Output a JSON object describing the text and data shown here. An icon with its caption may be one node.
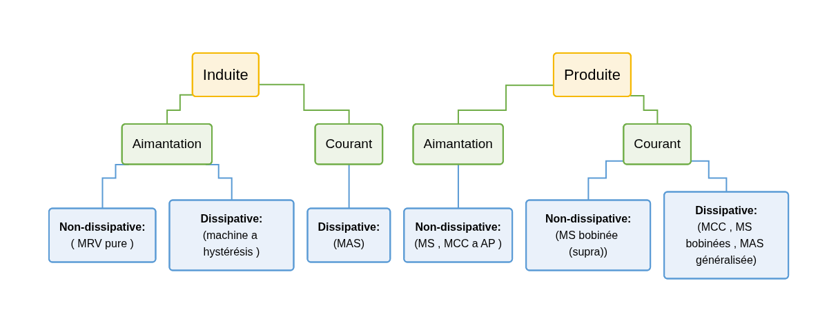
{
  "diagram": {
    "nodes": [
      {
        "text": [
          "Induite"
        ]
      },
      {
        "text": [
          "Aimantation"
        ]
      },
      {
        "text": [
          "Courant"
        ]
      },
      {
        "text": [
          "Non-dissipative:",
          "( MRV pure )"
        ]
      },
      {
        "text": [
          "Dissipative:",
          "(machine a hystérésis )"
        ]
      },
      {
        "text": [
          "Dissipative:",
          "(MAS)"
        ]
      },
      {
        "text": [
          "Produite"
        ]
      },
      {
        "text": [
          "Aimantation"
        ]
      },
      {
        "text": [
          "Courant"
        ]
      },
      {
        "text": [
          "Non-dissipative:",
          "(MS , MCC a AP )"
        ]
      },
      {
        "text": [
          "Non-dissipative:",
          "(MS bobinée (supra))"
        ]
      },
      {
        "text": [
          "Dissipative:",
          "(MCC , MS bobinées , MAS généralisée)"
        ]
      }
    ],
    "edges": [
      {
        "from": 0,
        "to": 1,
        "arrow": "none",
        "color": "#70ad47"
      },
      {
        "from": 0,
        "to": 2,
        "arrow": "none",
        "color": "#70ad47"
      },
      {
        "from": 1,
        "to": 3,
        "arrow": "none"
      },
      {
        "from": 1,
        "to": 4,
        "arrow": "none"
      },
      {
        "from": 2,
        "to": 5,
        "arrow": "none"
      },
      {
        "from": 6,
        "to": 7,
        "arrow": "none",
        "color": "#70ad47"
      },
      {
        "from": 6,
        "to": 8,
        "arrow": "none",
        "color": "#70ad47"
      },
      {
        "from": 7,
        "to": 9,
        "arrow": "none"
      },
      {
        "from": 8,
        "to": 10,
        "arrow": "none"
      },
      {
        "from": 8,
        "to": 11,
        "arrow": "none"
      }
    ]
  }
}
